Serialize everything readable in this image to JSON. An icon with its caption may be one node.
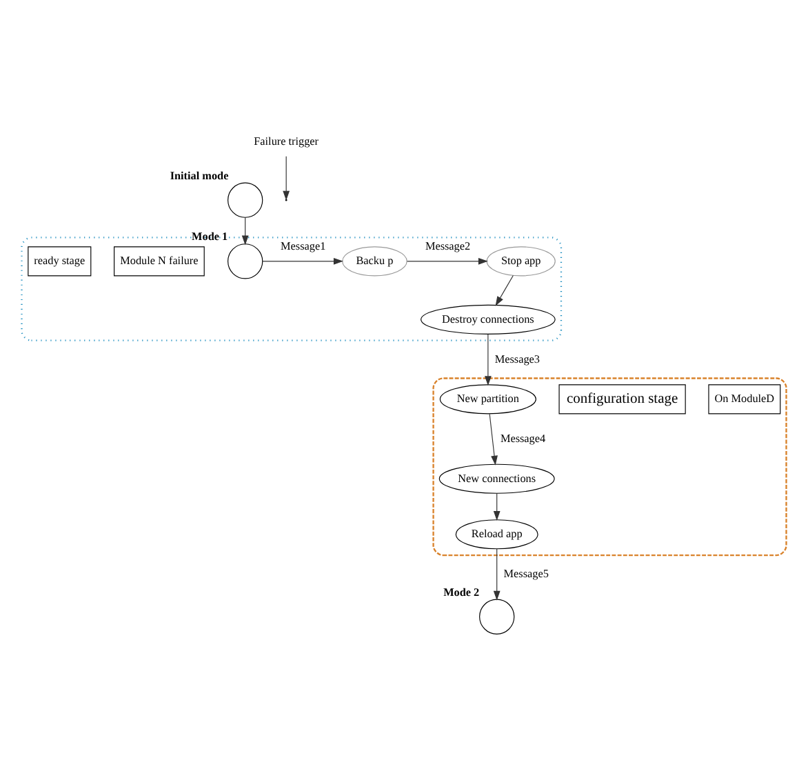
{
  "diagram": {
    "nodes": [
      {
        "text": [],
        "shape": "box"
      },
      {
        "text": [],
        "shape": "circle",
        "beside": [
          "Initial mode"
        ]
      },
      {
        "text": [],
        "shape": "circle",
        "beside": [
          "Mode 1"
        ],
        "in": 0
      },
      {
        "text": [
          "Backu p"
        ],
        "in": 0
      },
      {
        "text": [
          "Stop app"
        ],
        "in": 0
      },
      {
        "text": [
          "Destroy connections"
        ],
        "in": 0
      },
      {
        "text": [
          "Module N failure"
        ],
        "in": 0
      },
      {
        "text": [
          "ready stage"
        ],
        "in": 0
      },
      {
        "text": [],
        "shape": "box"
      },
      {
        "text": [
          "On ModuleD"
        ],
        "in": 8
      },
      {
        "text": [
          "configuration stage"
        ],
        "in": 8
      },
      {
        "text": [
          "New partition"
        ],
        "in": 8
      },
      {
        "text": [
          "New connections"
        ],
        "in": 8
      },
      {
        "text": [
          "Reload app"
        ],
        "in": 8
      },
      {
        "text": [],
        "shape": "circle",
        "beside": [
          "Mode 2"
        ]
      },
      {
        "text": [
          "Failure trigger"
        ]
      }
    ],
    "edges": [
      {
        "from": 15,
        "to": null,
        "arrow": "to"
      },
      {
        "from": 1,
        "to": 2,
        "arrow": "to"
      },
      {
        "from": 2,
        "to": 3,
        "arrow": "to",
        "label": "Message1"
      },
      {
        "from": 3,
        "to": 4,
        "arrow": "to",
        "label": "Message2"
      },
      {
        "from": 4,
        "to": 5,
        "arrow": "to"
      },
      {
        "from": 5,
        "to": 11,
        "arrow": "to",
        "label": "Message3"
      },
      {
        "from": 11,
        "to": 12,
        "arrow": "to",
        "label": "Message4"
      },
      {
        "from": 12,
        "to": 13,
        "arrow": "to"
      },
      {
        "from": 13,
        "to": 14,
        "arrow": "to",
        "label": "Message5"
      }
    ]
  }
}
